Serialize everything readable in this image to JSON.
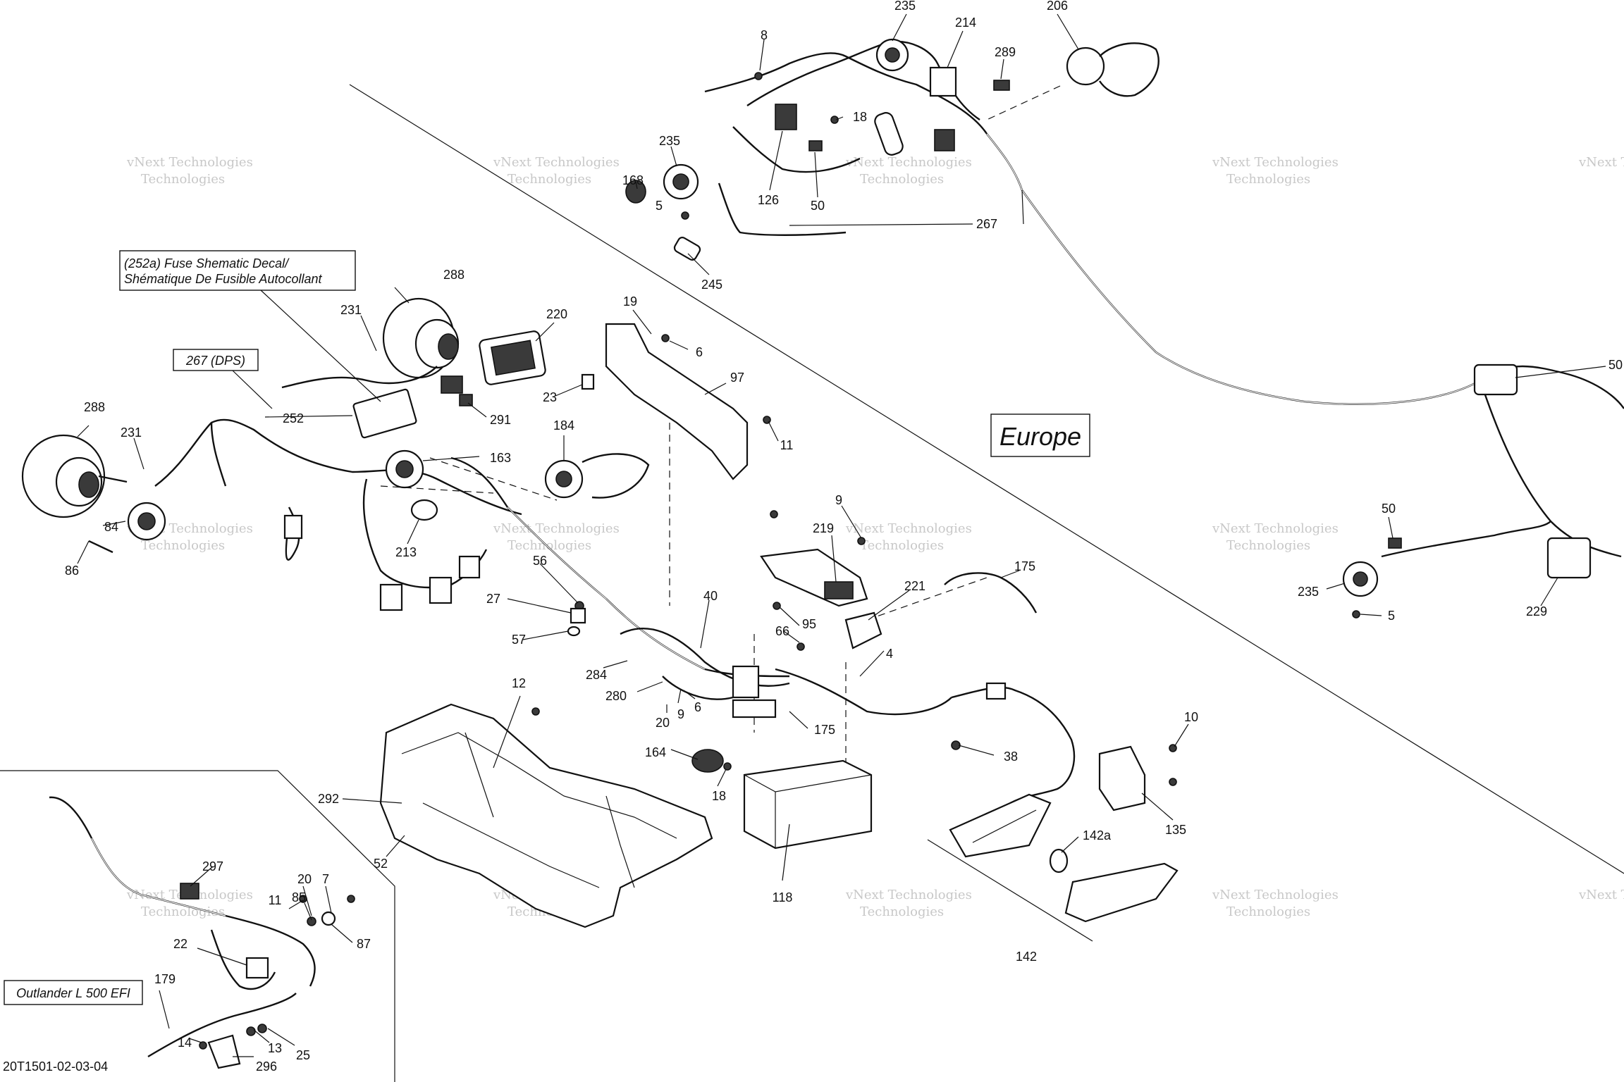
{
  "diagram": {
    "region_label": "Europe",
    "variant_label": "Outlander L 500 EFI",
    "diagram_code": "20T1501-02-03-04",
    "boxed_notes": {
      "fuse_decal_line1": "(252a) Fuse Shematic Decal/",
      "fuse_decal_line2": "Shématique De Fusible Autocollant",
      "dps": "267 (DPS)"
    },
    "watermark": {
      "line1": "vNext Technologies",
      "line2": "Technologies"
    },
    "callouts": {
      "c235a": "235",
      "c214": "214",
      "c206": "206",
      "c8": "8",
      "c289": "289",
      "c18a": "18",
      "c235b": "235",
      "c168": "168",
      "c5a": "5",
      "c126": "126",
      "c50a": "50",
      "c267": "267",
      "c245": "245",
      "c288a": "288",
      "c231a": "231",
      "c220": "220",
      "c19": "19",
      "c6a": "6",
      "c97": "97",
      "c23": "23",
      "c291": "291",
      "c252": "252",
      "c163": "163",
      "c184": "184",
      "c11a": "11",
      "c288b": "288",
      "c231b": "231",
      "c84": "84",
      "c86": "86",
      "c213": "213",
      "c56": "56",
      "c27": "27",
      "c57": "57",
      "c9a": "9",
      "c219": "219",
      "c175a": "175",
      "c221": "221",
      "c40": "40",
      "c95": "95",
      "c66": "66",
      "c4": "4",
      "c284": "284",
      "c280": "280",
      "c9b": "9",
      "c20a": "20",
      "c6b": "6",
      "c175b": "175",
      "c12": "12",
      "c164": "164",
      "c18b": "18",
      "c38": "38",
      "c10": "10",
      "c135": "135",
      "c292": "292",
      "c52": "52",
      "c118": "118",
      "c142a": "142a",
      "c142": "142",
      "c50b": "50",
      "c50c": "50",
      "c235c": "235",
      "c5b": "5",
      "c229": "229",
      "c297": "297",
      "c20b": "20",
      "c7": "7",
      "c11b": "11",
      "c85": "85",
      "c87": "87",
      "c22": "22",
      "c179": "179",
      "c14": "14",
      "c13": "13",
      "c25": "25",
      "c296": "296"
    }
  }
}
